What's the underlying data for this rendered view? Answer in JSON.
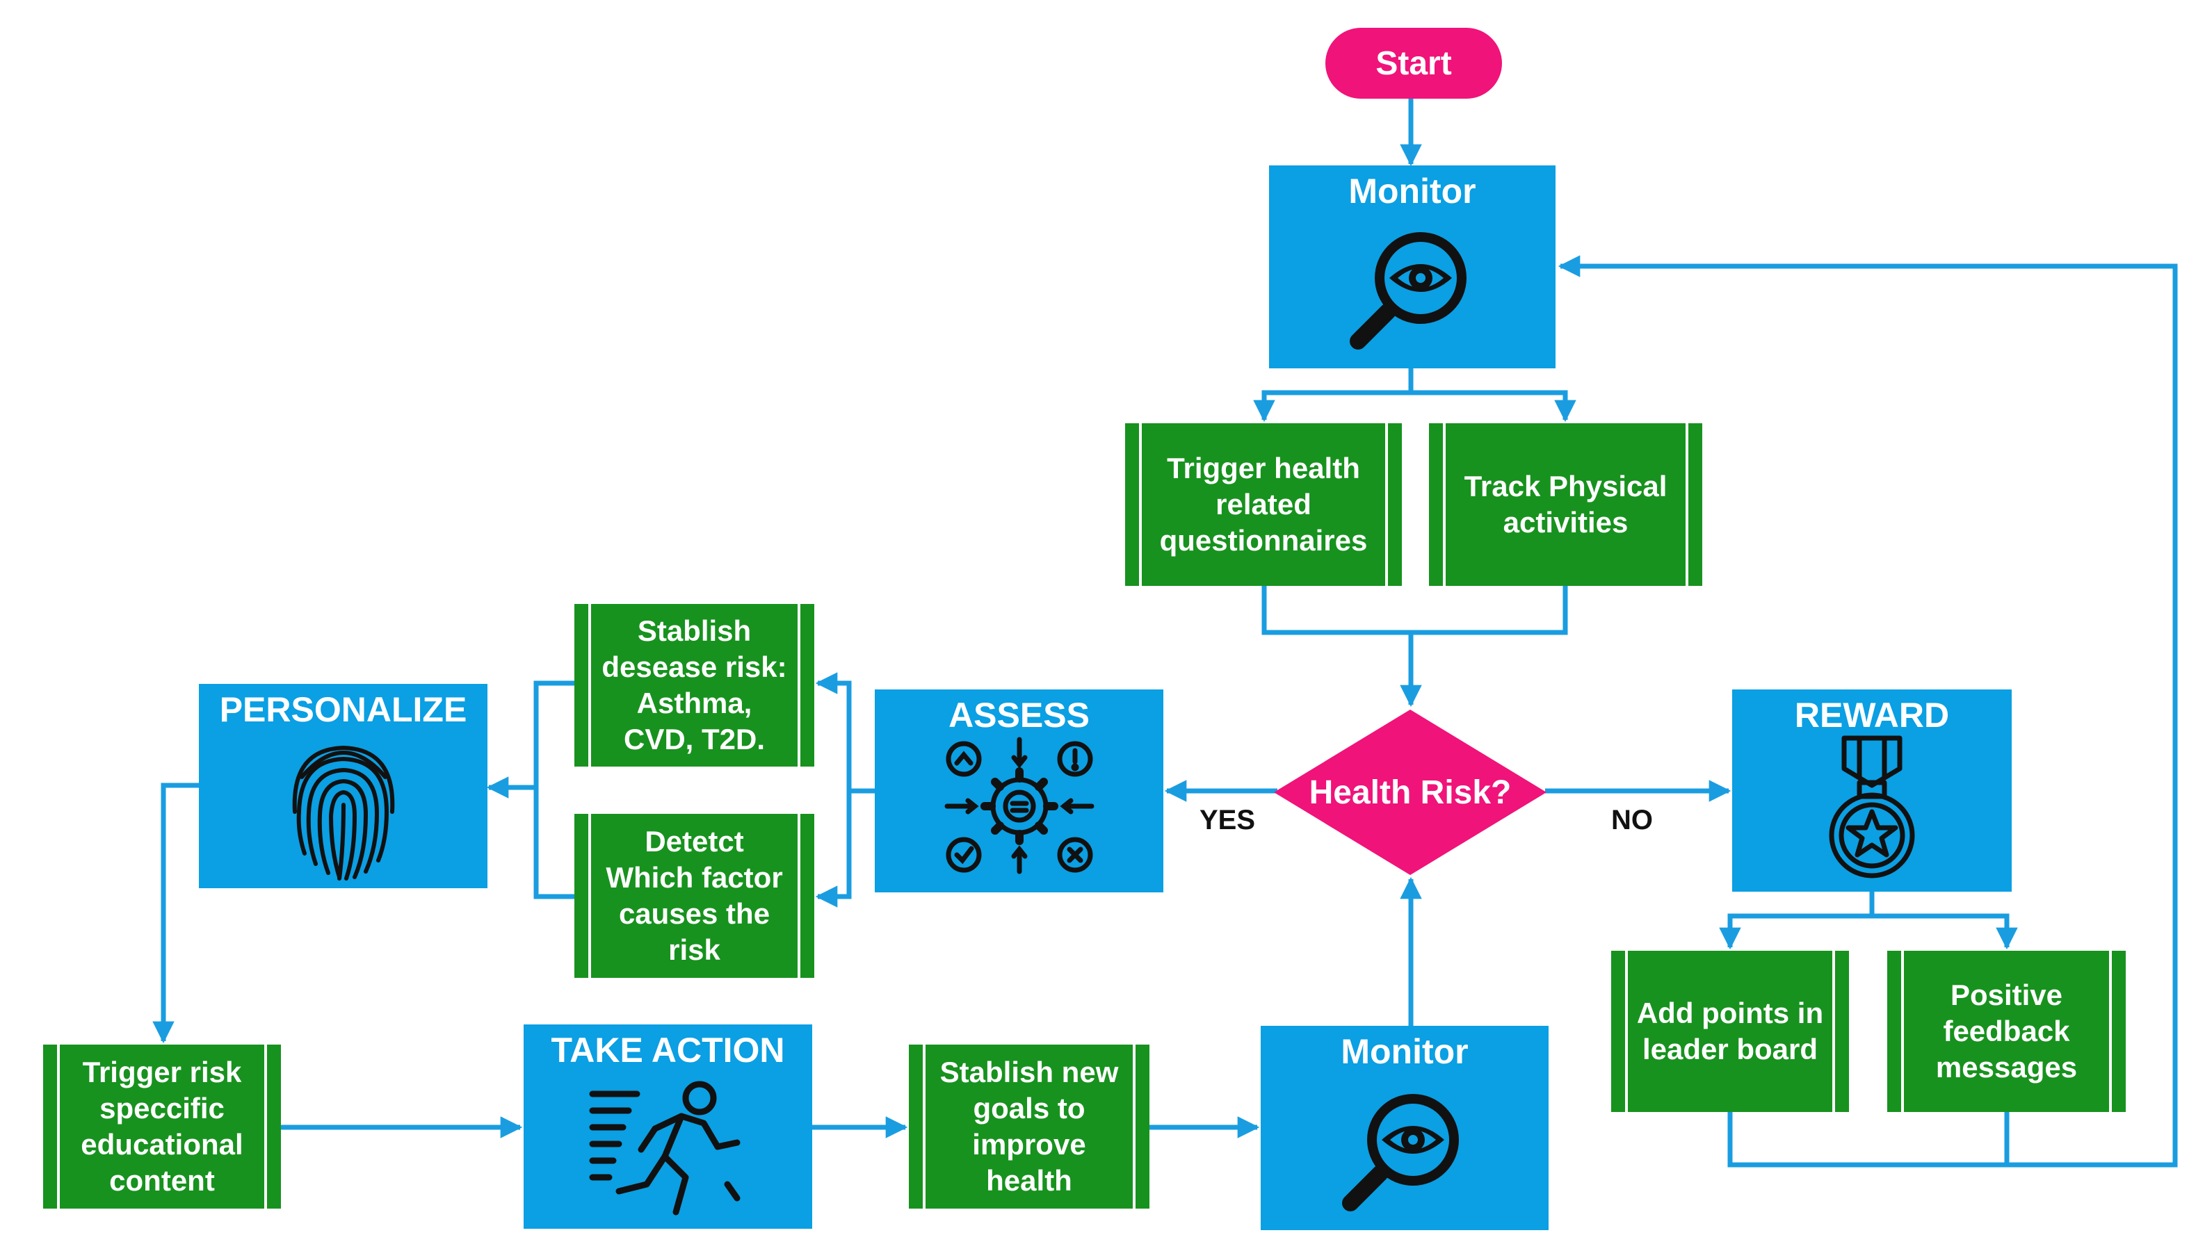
{
  "start": {
    "label": "Start"
  },
  "monitor_top": {
    "title": "Monitor",
    "icon": "magnifier-eye-icon"
  },
  "trigger_questionnaires": {
    "label": "Trigger health related questionnaires"
  },
  "track_activities": {
    "label": "Track Physical activities"
  },
  "health_risk": {
    "label": "Health Risk?"
  },
  "edge_yes": "YES",
  "edge_no": "NO",
  "assess": {
    "title": "ASSESS",
    "icon": "gear-analysis-icon"
  },
  "establish_risk": {
    "label": "Stablish desease risk: Asthma, CVD, T2D."
  },
  "detect_factor": {
    "label": "Detetct Which factor causes the risk"
  },
  "personalize": {
    "title": "PERSONALIZE",
    "icon": "fingerprint-icon"
  },
  "trigger_education": {
    "label": "Trigger risk speccific educational content"
  },
  "take_action": {
    "title": "TAKE ACTION",
    "icon": "running-person-icon"
  },
  "new_goals": {
    "label": "Stablish new goals to improve health"
  },
  "monitor_bottom": {
    "title": "Monitor",
    "icon": "magnifier-eye-icon"
  },
  "reward": {
    "title": "REWARD",
    "icon": "medal-icon"
  },
  "add_points": {
    "label": "Add points in leader board"
  },
  "positive_feedback": {
    "label": "Positive feedback messages"
  },
  "colors": {
    "process_blue": "#0B9FE3",
    "task_green": "#17921E",
    "terminal_pink": "#F0137A",
    "connector_blue": "#1A9DE0"
  }
}
